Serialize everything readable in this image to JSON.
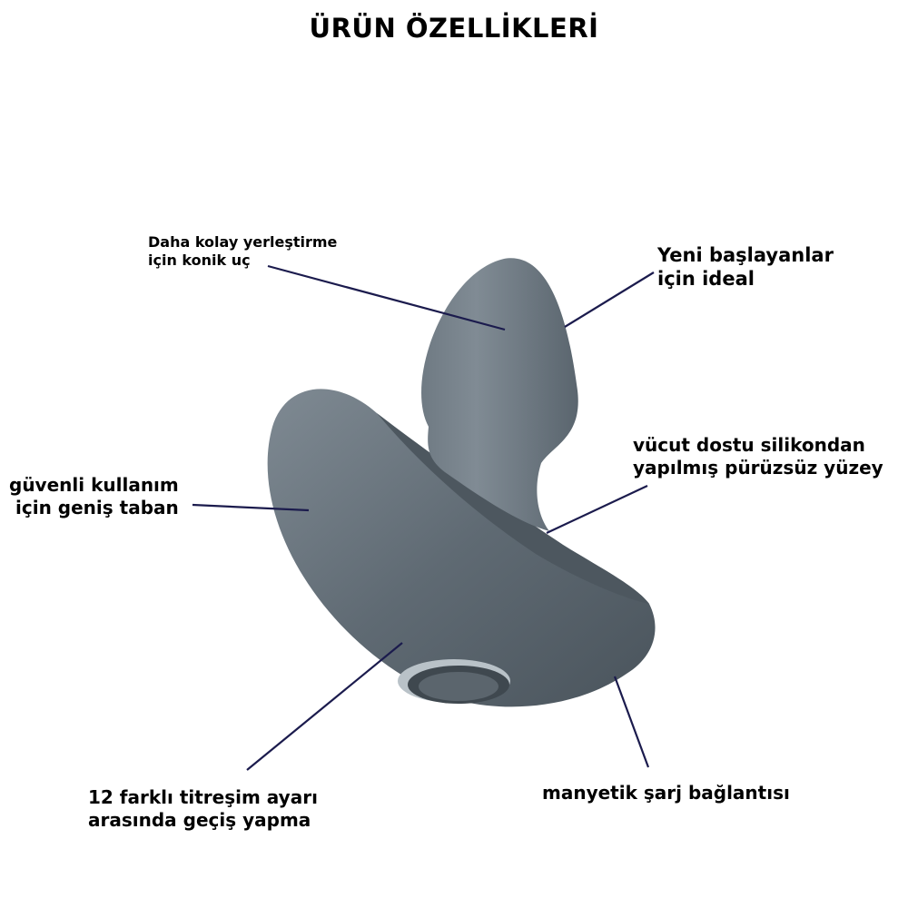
{
  "title": "ÜRÜN ÖZELLİKLERİ",
  "colors": {
    "product": "#66717a",
    "leader_line": "#1b1b4d",
    "text": "#000000"
  },
  "features": [
    {
      "id": "tip",
      "lines": [
        "Daha kolay yerleştirme",
        "için konik uç"
      ]
    },
    {
      "id": "beginner",
      "lines": [
        "Yeni başlayanlar",
        "için ideal"
      ]
    },
    {
      "id": "surface",
      "lines": [
        "vücut dostu silikondan",
        "yapılmış pürüzsüz yüzey"
      ]
    },
    {
      "id": "base",
      "lines": [
        "güvenli kullanım",
        "için geniş taban"
      ]
    },
    {
      "id": "modes",
      "lines": [
        "12 farklı titreşim ayarı",
        "arasında geçiş yapma"
      ]
    },
    {
      "id": "charging",
      "lines": [
        "manyetik şarj bağlantısı"
      ]
    }
  ]
}
